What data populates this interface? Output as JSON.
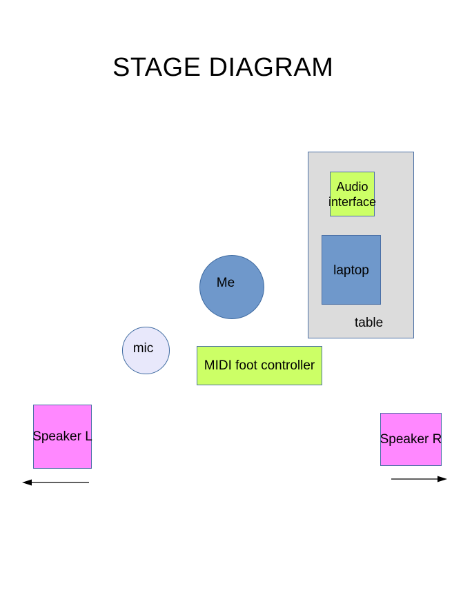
{
  "title": "STAGE DIAGRAM",
  "elements": {
    "table": "table",
    "audio_interface": "Audio interface",
    "laptop": "laptop",
    "me": "Me",
    "mic": "mic",
    "midi_controller": "MIDI foot controller",
    "speaker_left": "Speaker L",
    "speaker_right": "Speaker R"
  },
  "colors": {
    "table_fill": "#dcdcdc",
    "green_fill": "#ccff66",
    "blue_fill": "#6f98cb",
    "mic_fill": "#e8e8fb",
    "speaker_fill": "#ff88ff",
    "outline": "#4a6fa5"
  },
  "arrows": {
    "left_speaker": "points-left",
    "right_speaker": "points-right"
  }
}
